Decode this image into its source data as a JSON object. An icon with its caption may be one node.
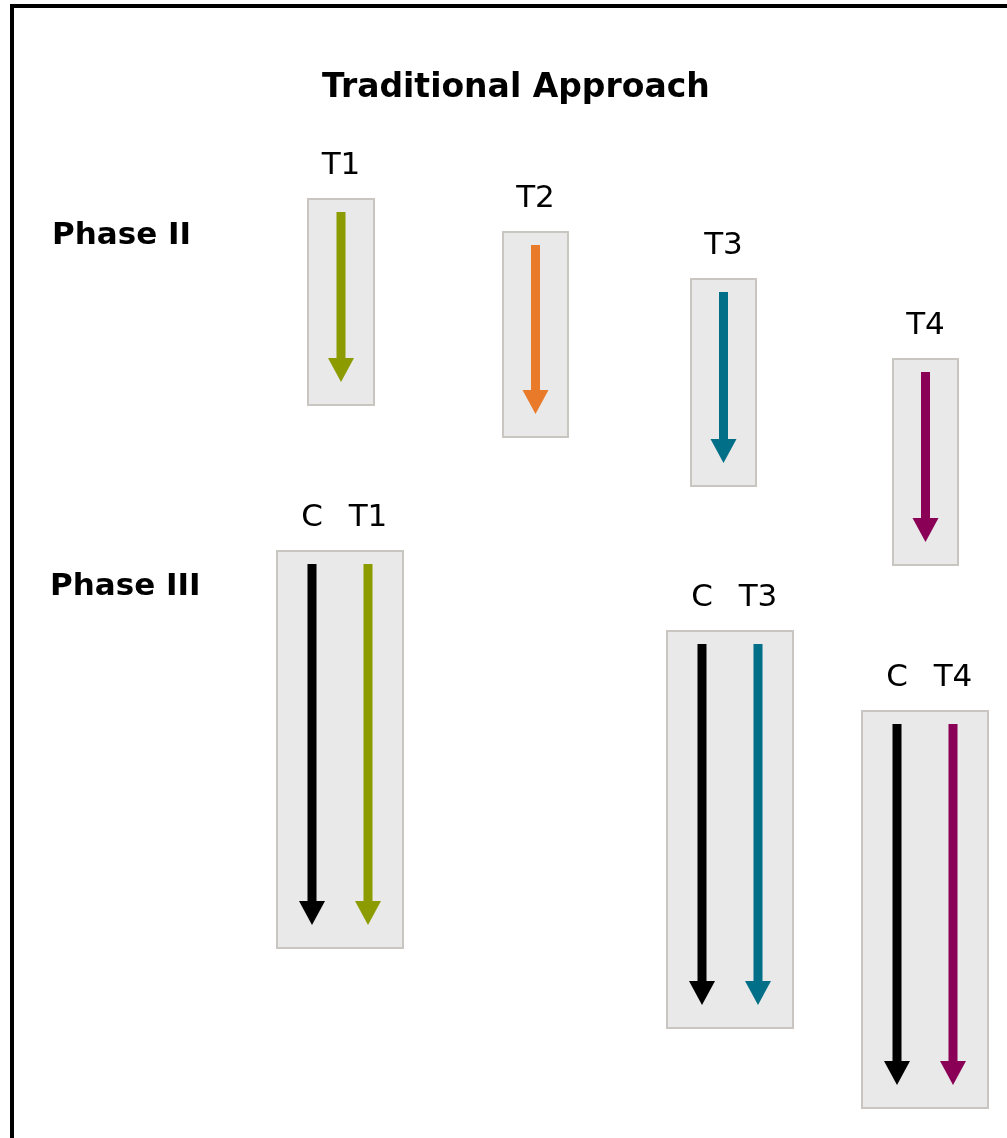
{
  "diagram": {
    "title": "Traditional Approach",
    "nodes": [
      {
        "text": [
          "T1"
        ]
      },
      {
        "text": [
          "T2"
        ]
      },
      {
        "text": [
          "T3"
        ]
      },
      {
        "text": [
          "T4"
        ]
      },
      {
        "text": [
          "C",
          "T1"
        ]
      },
      {
        "text": [
          "C",
          "T3"
        ]
      },
      {
        "text": [
          "C",
          "T4"
        ]
      }
    ],
    "labels": [
      "Phase II",
      "Phase III"
    ]
  }
}
